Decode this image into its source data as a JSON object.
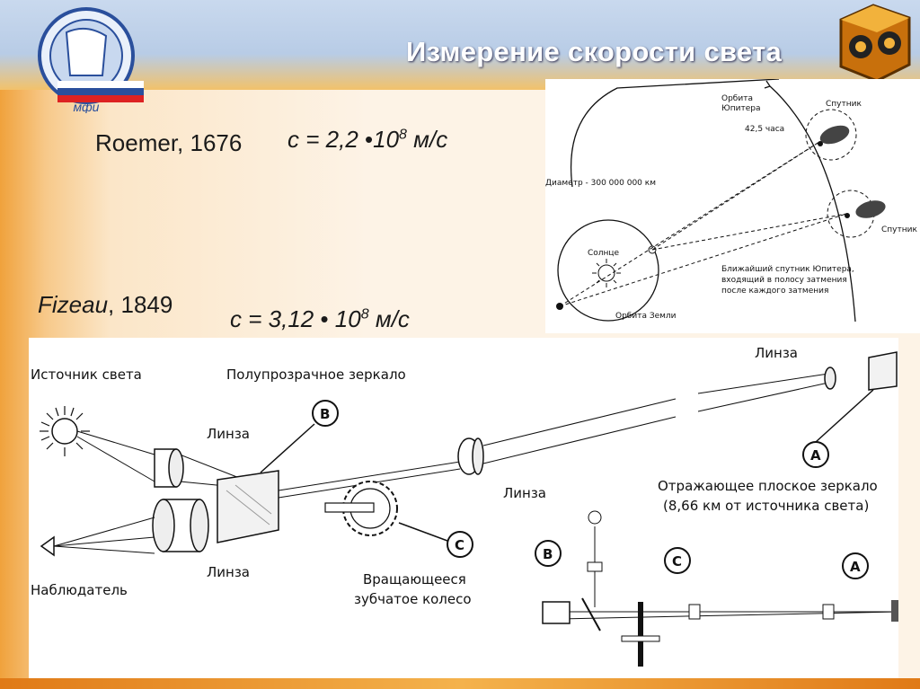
{
  "slide": {
    "title": "Измерение скорости света",
    "roemer_label": "Roemer, 1676",
    "roemer_formula_prefix": "c = 2,2 ",
    "roemer_formula_bullet": "•",
    "roemer_formula_mantissa": "10",
    "roemer_formula_exp": "8",
    "roemer_formula_unit": " м/с",
    "fizeau_name": "Fizeau",
    "fizeau_year": ", 1849",
    "fizeau_formula_prefix": "c = 3,12 ",
    "fizeau_formula_bullet": "•",
    "fizeau_formula_mantissa": " 10",
    "fizeau_formula_exp": "8",
    "fizeau_formula_unit": " м/с",
    "logo_left_text": "мфи"
  },
  "jupiter_diagram": {
    "orbit_jupiter": "Орбита\nЮпитера",
    "orbit_jupiter_1": "Орбита",
    "orbit_jupiter_2": "Юпитера",
    "satellite_top": "Спутник",
    "hours": "42,5 часа",
    "satellite_right": "Спутник",
    "diameter": "Диаметр - 300 000 000 км",
    "sun": "Солнце",
    "earth_orbit": "Орбита Земли",
    "note_1": "Ближайший спутник Юпитера,",
    "note_2": "входящий в полосу затмения",
    "note_3": "после каждого затмения"
  },
  "fizeau_diagram": {
    "light_source": "Источник света",
    "half_mirror": "Полупрозрачное зеркало",
    "lens_top_right": "Линза",
    "lens_upper": "Линза",
    "lens_lower": "Линза",
    "lens_mid": "Линза",
    "observer": "Наблюдатель",
    "wheel_1": "Вращающееся",
    "wheel_2": "зубчатое колесо",
    "mirror_1": "Отражающее плоское зеркало",
    "mirror_2": "(8,66 км от источника света)",
    "mark_a": "A",
    "mark_b": "B",
    "mark_c": "C"
  },
  "colors": {
    "title": "#ffffff",
    "accent_orange": "#f0a23c",
    "header_blue": "#b8cce6"
  }
}
